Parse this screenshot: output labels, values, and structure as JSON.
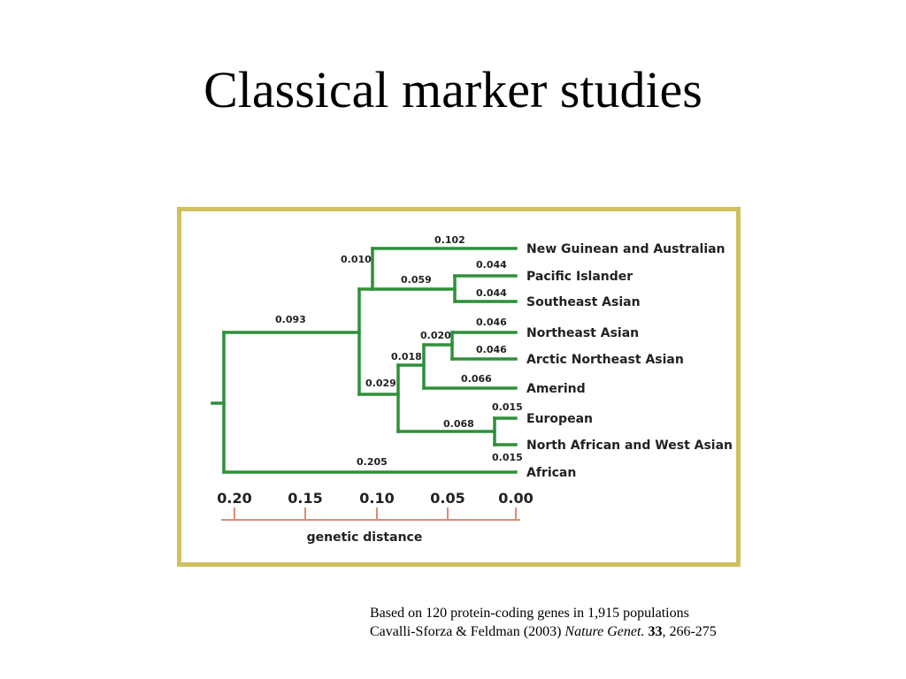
{
  "slide": {
    "title": "Classical marker studies"
  },
  "tree": {
    "leaves": [
      "New Guinean and Australian",
      "Pacific Islander",
      "Southeast Asian",
      "Northeast Asian",
      "Arctic Northeast Asian",
      "Amerind",
      "European",
      "North African and West Asian",
      "African"
    ],
    "branch_lengths": {
      "root_to_nonafrican": "0.093",
      "to_african": "0.205",
      "to_oceania_asia_clade": "0.010",
      "to_new_guinean": "0.102",
      "to_pacific_se_clade": "0.059",
      "to_pacific_islander": "0.044",
      "to_southeast_asian": "0.044",
      "to_ne_amerind_eur_clade": "0.029",
      "to_ne_amerind_clade": "0.018",
      "to_ne_arctic_clade": "0.020",
      "to_northeast_asian": "0.046",
      "to_arctic_northeast_asian": "0.046",
      "to_amerind": "0.066",
      "to_eur_naf_clade": "0.068",
      "to_european": "0.015",
      "to_north_african": "0.015"
    },
    "axis": {
      "ticks": [
        "0.20",
        "0.15",
        "0.10",
        "0.05",
        "0.00"
      ],
      "title": "genetic distance"
    },
    "colors": {
      "frame": "#cfc25e",
      "branches": "#2f8f3a",
      "axis": "#dd8e74"
    }
  },
  "caption": {
    "line1": "Based on 120 protein-coding genes in 1,915 populations",
    "authors": "Cavalli-Sforza & Feldman (2003) ",
    "journal": "Nature Genet.",
    "volume": "33",
    "pages": ", 266-275"
  }
}
